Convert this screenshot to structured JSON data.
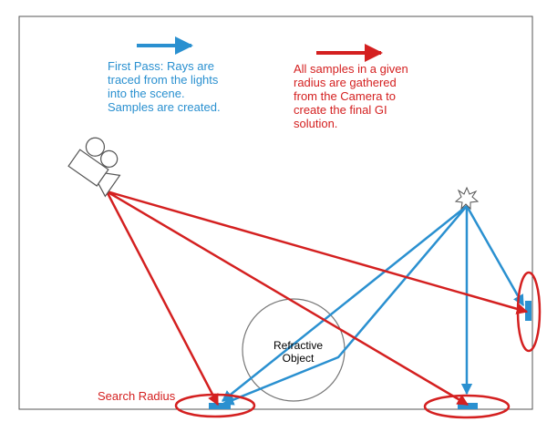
{
  "captions": {
    "first_pass": "First Pass: Rays are\ntraced from the lights\ninto the scene.\nSamples are created.",
    "gather": "All samples in a given\nradius are gathered\nfrom the Camera to\ncreate the final GI\nsolution.",
    "search_radius": "Search Radius",
    "object": "Refractive\nObject"
  },
  "colors": {
    "blue_ray": "#2a90d0",
    "red_ray": "#d42020",
    "frame": "#555555",
    "object_outline": "#777777"
  },
  "icons": {
    "camera": "movie-camera-icon",
    "light": "star-light-icon"
  }
}
